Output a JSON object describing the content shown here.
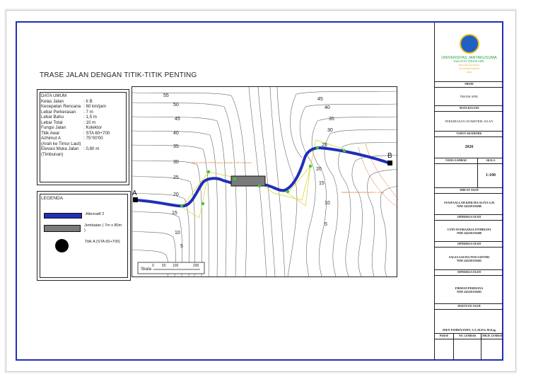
{
  "drawing_title": "TRASE JALAN DENGAN TITIK-TITIK PENTING",
  "data_umum": {
    "heading": "DATA UMUM",
    "rows": [
      {
        "k": "Kelas Jalan",
        "v": ": II B"
      },
      {
        "k": "Kecepatan Rencana",
        "v": ": 60 km/jam"
      },
      {
        "k": "Lebar Perkerasan",
        "v": ": 7 m"
      },
      {
        "k": "Lebar Bahu",
        "v": ": 1,5 m"
      },
      {
        "k": "Lebar Total",
        "v": ": 10 m"
      },
      {
        "k": "Fungsi Jalan",
        "v": ": Kolektor"
      },
      {
        "k": "Titik Awal",
        "v": ": STA 60+700"
      },
      {
        "k": "Azhimut A",
        "v": ": 75°00'00"
      },
      {
        "k": "(Arah ke Timur Laut)",
        "v": ""
      },
      {
        "k": "Elevasi Muka Jalan",
        "v": ": 0,80 m"
      },
      {
        "k": "(Timbunan)",
        "v": ""
      }
    ]
  },
  "legend": {
    "title": "LEGENDA",
    "alt2": "Alternatif 2",
    "bridge": "Jembatan ( 7m x 80m )",
    "titik_a": "Titik A (STA 60+700)"
  },
  "map": {
    "point_a": "A",
    "point_b": "B",
    "contour_labels_left": [
      "55",
      "50",
      "45",
      "40",
      "35",
      "30",
      "25",
      "20",
      "15",
      "10",
      "5"
    ],
    "contour_labels_right": [
      "45",
      "40",
      "35",
      "30",
      "25",
      "20",
      "15",
      "10",
      "5"
    ],
    "scale_label": "Skala",
    "scale_ticks": [
      "0",
      "50",
      "100",
      "200"
    ],
    "note_left": "STA 60+700 AZ = 75°00'00\" Elevasi muka jalan + 0,80 m (timbunan)",
    "note_right": "PERMUKAAN AIR BANJIR ELEVASI 3 + 15.000"
  },
  "title_block": {
    "university": "UNIVERSITAS JANTAKUSUMA",
    "faculty": "FAKULTAS TEKNIK SIPIL",
    "faculty_sub1": "PERGURUAN TINGGI",
    "faculty_sub2": "NUSANTARA INDAH",
    "year_small": "2026",
    "prodi_label": "PRODI",
    "prodi_value": "TEKNIK SIPIL",
    "mk_label": "MATA KULIAH",
    "mk_value": "PERKERASAN GEOMETRIK JALAN",
    "tahun_label": "TAHUN AKADEMIK",
    "tahun_value": "2026",
    "nama_gambar_label": "NAMA GAMBAR",
    "skala_label": "SKALA",
    "skala_value": "1:100",
    "dibuat_label": "DIBUAT OLEH",
    "author1_name": "SYAIFAALLAH KHILMA ALIYA A.M",
    "author1_nim": "NIM 242220130406",
    "diperiksa1": "DIPERIKSA OLEH",
    "author2_name": "UTIN NOORAZKIA FITHRIANI",
    "author2_nim": "NIM 242220130408",
    "diperiksa2": "DIPERIKSA OLEH",
    "author3_name": "SALSA SALMA NUR SAFITRI",
    "author3_nim": "NIM 242220130402",
    "diperiksa3": "DIPERIKSA OLEH",
    "author4_name": "FIRMAN PERMANA",
    "author4_nim": "NIM 242220130403",
    "disetujui": "DISETUJUI OLEH",
    "approver": "DIEN FAHRIYANDY, S.T.,M.P.Sc.M.Eng",
    "paraf": "PARAF",
    "no_lembar": "NO. LEMBAR",
    "jml_lembar": "JMLH. LEMBAR"
  },
  "colors": {
    "frame": "#1f2fb8",
    "route": "#1f2fb8",
    "bridge": "#7a7a7a",
    "contour_note": "#e07020",
    "station": "#38c838",
    "tangent": "#d8d020"
  }
}
